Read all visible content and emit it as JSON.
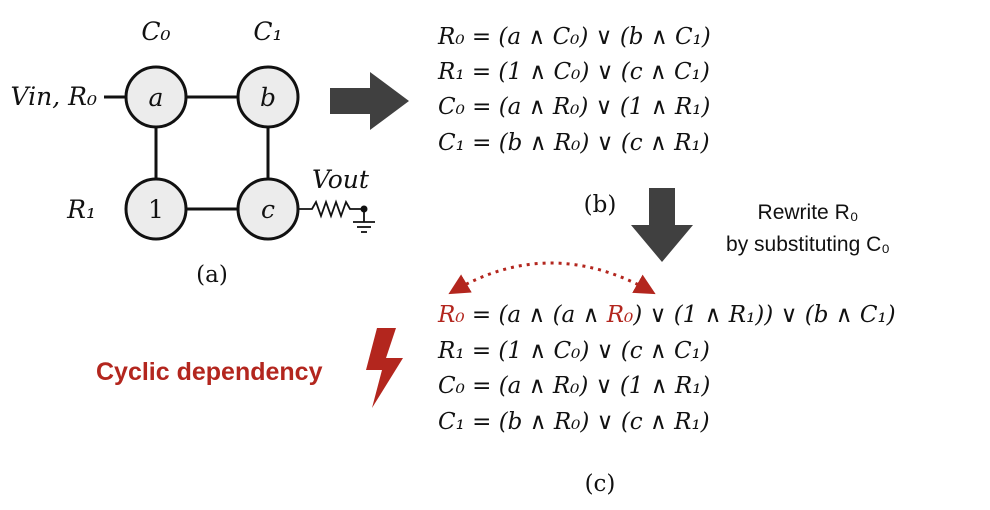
{
  "colors": {
    "accent_red": "#b3261e",
    "node_fill": "#ececec",
    "arrow_fill": "#404040",
    "ink": "#111111"
  },
  "circuit": {
    "nodes": [
      {
        "id": "a",
        "label": "a",
        "italic": true
      },
      {
        "id": "b",
        "label": "b",
        "italic": true
      },
      {
        "id": "one",
        "label": "1",
        "italic": false
      },
      {
        "id": "c",
        "label": "c",
        "italic": true
      }
    ],
    "col_labels": [
      "C₀",
      "C₁"
    ],
    "row_labels": [
      "R₁"
    ],
    "input_label": "Vin, R₀",
    "output_label": "Vout",
    "caption": "(a)"
  },
  "panel_b": {
    "equations": [
      "R₀ = (a ∧ C₀) ∨ (b ∧ C₁)",
      "R₁ = (1 ∧ C₀) ∨ (c ∧ C₁)",
      "C₀ = (a ∧ R₀) ∨ (1 ∧ R₁)",
      "C₁ = (b ∧ R₀) ∨ (c ∧ R₁)"
    ],
    "caption": "(b)"
  },
  "rewrite_note": {
    "line1": "Rewrite R₀",
    "line2": "by substituting C₀"
  },
  "panel_c": {
    "eq0_lhs": "R₀",
    "eq0_mid": " = (a ∧ (a ∧ ",
    "eq0_hl": "R₀",
    "eq0_rest": ") ∨ (1 ∧ R₁)) ∨ (b ∧ C₁)",
    "equations": [
      "R₁ = (1 ∧ C₀) ∨ (c ∧ C₁)",
      "C₀ = (a ∧ R₀) ∨ (1 ∧ R₁)",
      "C₁ = (b ∧ R₀) ∨ (c ∧ R₁)"
    ],
    "caption": "(c)"
  },
  "cyclic_label": "Cyclic dependency"
}
